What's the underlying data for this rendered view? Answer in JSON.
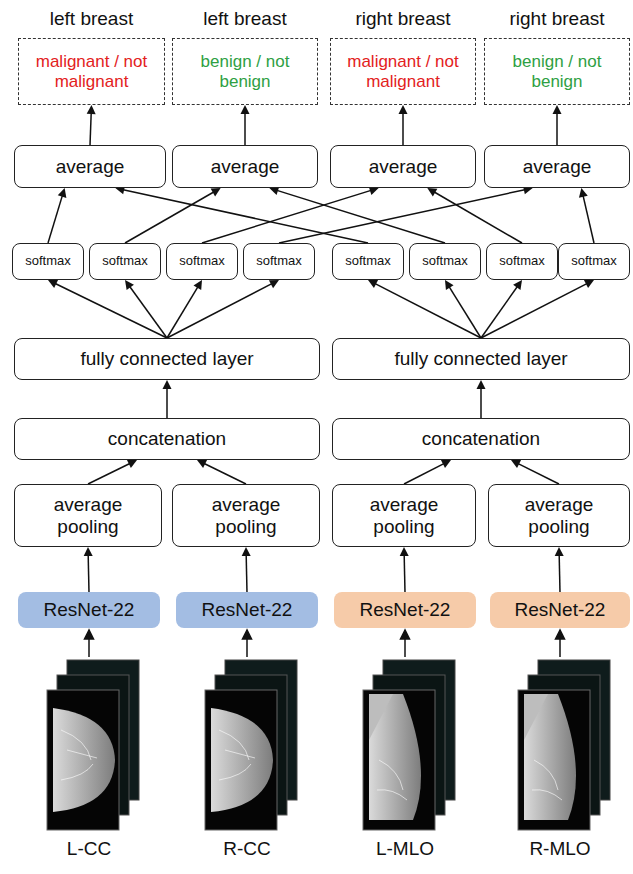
{
  "diagram": {
    "nodes": [
      {
        "text": [
          "left breast",
          "malignant / not malignant"
        ]
      },
      {
        "text": [
          "left breast",
          "benign / not benign"
        ]
      },
      {
        "text": [
          "right breast",
          "malignant / not malignant"
        ]
      },
      {
        "text": [
          "right breast",
          "benign / not benign"
        ]
      },
      {
        "text": [
          "average"
        ]
      },
      {
        "text": [
          "average"
        ]
      },
      {
        "text": [
          "average"
        ]
      },
      {
        "text": [
          "average"
        ]
      },
      {
        "text": [
          "softmax"
        ]
      },
      {
        "text": [
          "softmax"
        ]
      },
      {
        "text": [
          "softmax"
        ]
      },
      {
        "text": [
          "softmax"
        ]
      },
      {
        "text": [
          "softmax"
        ]
      },
      {
        "text": [
          "softmax"
        ]
      },
      {
        "text": [
          "softmax"
        ]
      },
      {
        "text": [
          "softmax"
        ]
      },
      {
        "text": [
          "fully connected layer"
        ]
      },
      {
        "text": [
          "fully connected layer"
        ]
      },
      {
        "text": [
          "concatenation"
        ]
      },
      {
        "text": [
          "concatenation"
        ]
      },
      {
        "text": [
          "average pooling"
        ]
      },
      {
        "text": [
          "average pooling"
        ]
      },
      {
        "text": [
          "average pooling"
        ]
      },
      {
        "text": [
          "average pooling"
        ]
      },
      {
        "text": [
          "ResNet-22"
        ]
      },
      {
        "text": [
          "ResNet-22"
        ]
      },
      {
        "text": [
          "ResNet-22"
        ]
      },
      {
        "text": [
          "ResNet-22"
        ]
      }
    ],
    "edges": [
      {
        "from": 24,
        "to": 20,
        "arrow": "to"
      },
      {
        "from": 25,
        "to": 21,
        "arrow": "to"
      },
      {
        "from": 26,
        "to": 22,
        "arrow": "to"
      },
      {
        "from": 27,
        "to": 23,
        "arrow": "to"
      },
      {
        "from": 20,
        "to": 18,
        "arrow": "to"
      },
      {
        "from": 21,
        "to": 18,
        "arrow": "to"
      },
      {
        "from": 22,
        "to": 19,
        "arrow": "to"
      },
      {
        "from": 23,
        "to": 19,
        "arrow": "to"
      },
      {
        "from": 18,
        "to": 16,
        "arrow": "to"
      },
      {
        "from": 19,
        "to": 17,
        "arrow": "to"
      },
      {
        "from": 16,
        "to": 8,
        "arrow": "to"
      },
      {
        "from": 16,
        "to": 9,
        "arrow": "to"
      },
      {
        "from": 16,
        "to": 10,
        "arrow": "to"
      },
      {
        "from": 16,
        "to": 11,
        "arrow": "to"
      },
      {
        "from": 17,
        "to": 12,
        "arrow": "to"
      },
      {
        "from": 17,
        "to": 13,
        "arrow": "to"
      },
      {
        "from": 17,
        "to": 14,
        "arrow": "to"
      },
      {
        "from": 17,
        "to": 15,
        "arrow": "to"
      },
      {
        "from": 8,
        "to": 4,
        "arrow": "to"
      },
      {
        "from": 12,
        "to": 4,
        "arrow": "to"
      },
      {
        "from": 9,
        "to": 5,
        "arrow": "to"
      },
      {
        "from": 13,
        "to": 5,
        "arrow": "to"
      },
      {
        "from": 10,
        "to": 6,
        "arrow": "to"
      },
      {
        "from": 14,
        "to": 6,
        "arrow": "to"
      },
      {
        "from": 11,
        "to": 7,
        "arrow": "to"
      },
      {
        "from": 15,
        "to": 7,
        "arrow": "to"
      },
      {
        "from": 4,
        "to": 0,
        "arrow": "to"
      },
      {
        "from": 5,
        "to": 1,
        "arrow": "to"
      },
      {
        "from": 6,
        "to": 2,
        "arrow": "to"
      },
      {
        "from": 7,
        "to": 3,
        "arrow": "to"
      }
    ],
    "labels": [
      "L-CC",
      "R-CC",
      "L-MLO",
      "R-MLO"
    ]
  }
}
